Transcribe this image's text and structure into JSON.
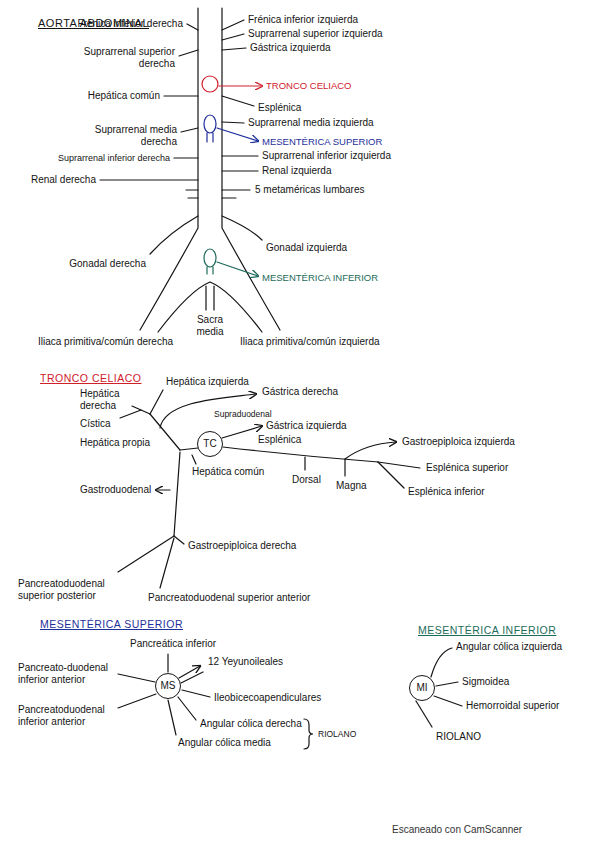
{
  "diagram": {
    "title": "AORTA ABDOMINAL",
    "nodes": [
      {
        "text": [
          "TC"
        ]
      },
      {
        "text": [
          "MS"
        ]
      },
      {
        "text": [
          "MI"
        ]
      }
    ],
    "labels": [
      "Frénica inferior derecha",
      "Suprarrenal superior derecha",
      "Hepática común",
      "Suprarrenal media derecha",
      "Suprarrenal inferior derecha",
      "Renal derecha",
      "Gonadal derecha",
      "Sacra media",
      "Iliaca primitiva/común derecha",
      "Frénica inferior izquierda",
      "Suprarrenal superior izquierda",
      "Gástrica izquierda",
      "TRONCO CELIACO",
      "Esplénica",
      "Suprarrenal media izquierda",
      "MESENTÉRICA SUPERIOR",
      "Suprarrenal inferior izquierda",
      "Renal izquierda",
      "5 metaméricas lumbares",
      "Gonadal izquierda",
      "MESENTÉRICA INFERIOR",
      "Iliaca primitiva/común izquierda",
      "TRONCO CELIACO",
      "Hepática izquierda",
      "Gástrica derecha",
      "Hepática derecha",
      "Cística",
      "Hepática propia",
      "Supraduodenal",
      "Gástrica izquierda",
      "Esplénica",
      "Gastroepiploica izquierda",
      "Esplénica superior",
      "Hepática común",
      "Dorsal",
      "Magna",
      "Esplénica inferior",
      "Gastroduodenal",
      "Gastroepiploica derecha",
      "Pancreatoduodenal superior posterior",
      "Pancreatoduodenal superior anterior",
      "MESENTÉRICA SUPERIOR",
      "Pancreática inferior",
      "Pancreato-duodenal inferior anterior",
      "Pancreatoduodenal inferior anterior",
      "12 Yeyunoileales",
      "Ileobicecoapendiculares",
      "Angular cólica derecha",
      "RIOLANO",
      "Angular cólica media",
      "MESENTÉRICA INFERIOR",
      "Angular cólica izquierda",
      "Sigmoidea",
      "Hemorroidal superior",
      "RIOLANO",
      "Escaneado con CamScanner"
    ]
  }
}
